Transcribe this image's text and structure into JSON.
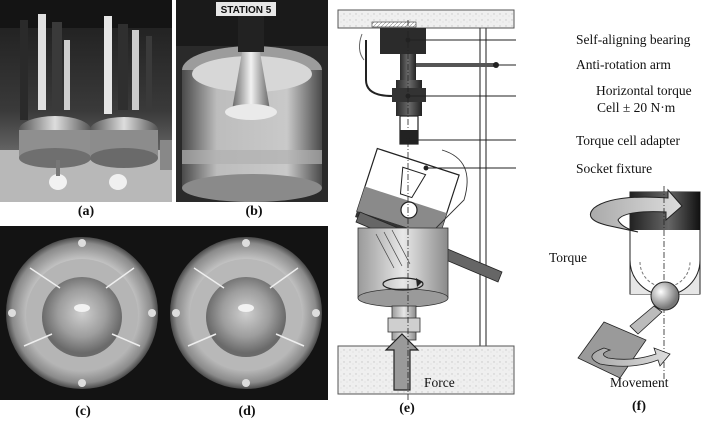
{
  "figure": {
    "panel_labels": {
      "a": "(a)",
      "b": "(b)",
      "c": "(c)",
      "d": "(d)",
      "e": "(e)",
      "f": "(f)"
    },
    "photo_b_sign": "STATION 5",
    "schematic_labels": {
      "bearing": "Self-aligning bearing",
      "arm": "Anti-rotation arm",
      "torque_line1": "Horizontal torque",
      "torque_line2": "Cell ± 20 N·m",
      "adapter": "Torque cell adapter",
      "socket": "Socket fixture",
      "force": "Force"
    },
    "detail_labels": {
      "torque": "Torque",
      "movement": "Movement"
    }
  }
}
